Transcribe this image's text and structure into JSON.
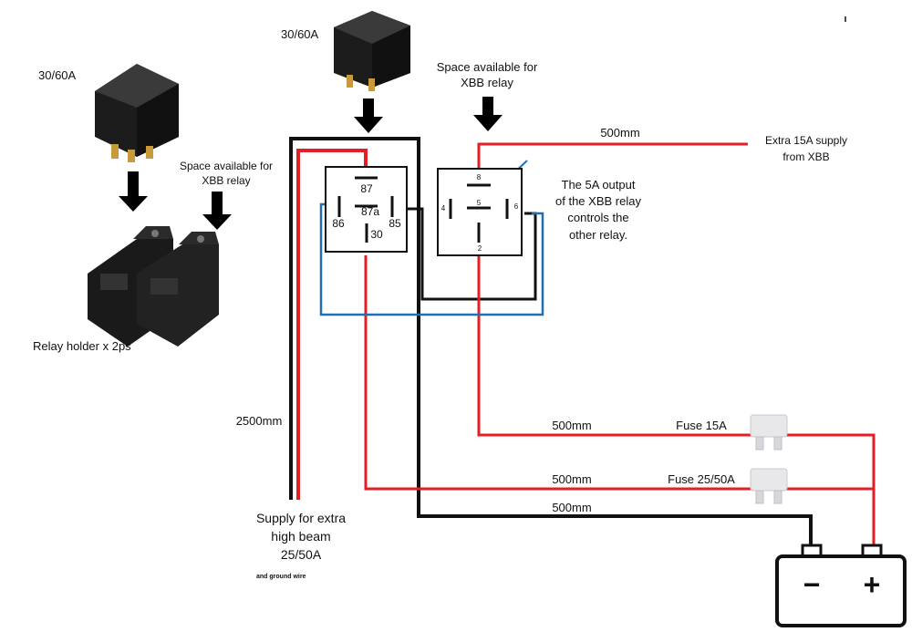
{
  "relay_left": {
    "rating": "30/60A"
  },
  "relay_top": {
    "rating": "30/60A"
  },
  "space_left": {
    "line1": "Space available for",
    "line2": "XBB relay"
  },
  "space_top": {
    "line1": "Space available for",
    "line2": "XBB relay"
  },
  "holder": {
    "label": "Relay holder x 2ps"
  },
  "main_relay": {
    "pins": [
      "87",
      "87a",
      "86",
      "85",
      "30"
    ]
  },
  "xbb_relay": {
    "pins": [
      "8",
      "4",
      "5",
      "6",
      "2"
    ]
  },
  "note": {
    "line1": "The 5A output",
    "line2": "of the XBB relay",
    "line3": "controls the",
    "line4": "other relay."
  },
  "wires": {
    "extra_supply_len": "500mm",
    "extra_supply_line1": "Extra 15A supply",
    "extra_supply_line2": "from XBB",
    "long_len": "2500mm",
    "fuse15_len": "500mm",
    "fuse15_label": "Fuse 15A",
    "fuse25_len": "500mm",
    "fuse25_label": "Fuse 25/50A",
    "ground_len": "500mm"
  },
  "supply": {
    "line1": "Supply for extra",
    "line2": "high beam",
    "line3": "25/50A",
    "line4": "and ground wire"
  },
  "battery": {
    "minus": "−",
    "plus": "+"
  },
  "colors": {
    "positive": "#e31e24",
    "ground": "#111111",
    "control": "#1f6fb5"
  }
}
